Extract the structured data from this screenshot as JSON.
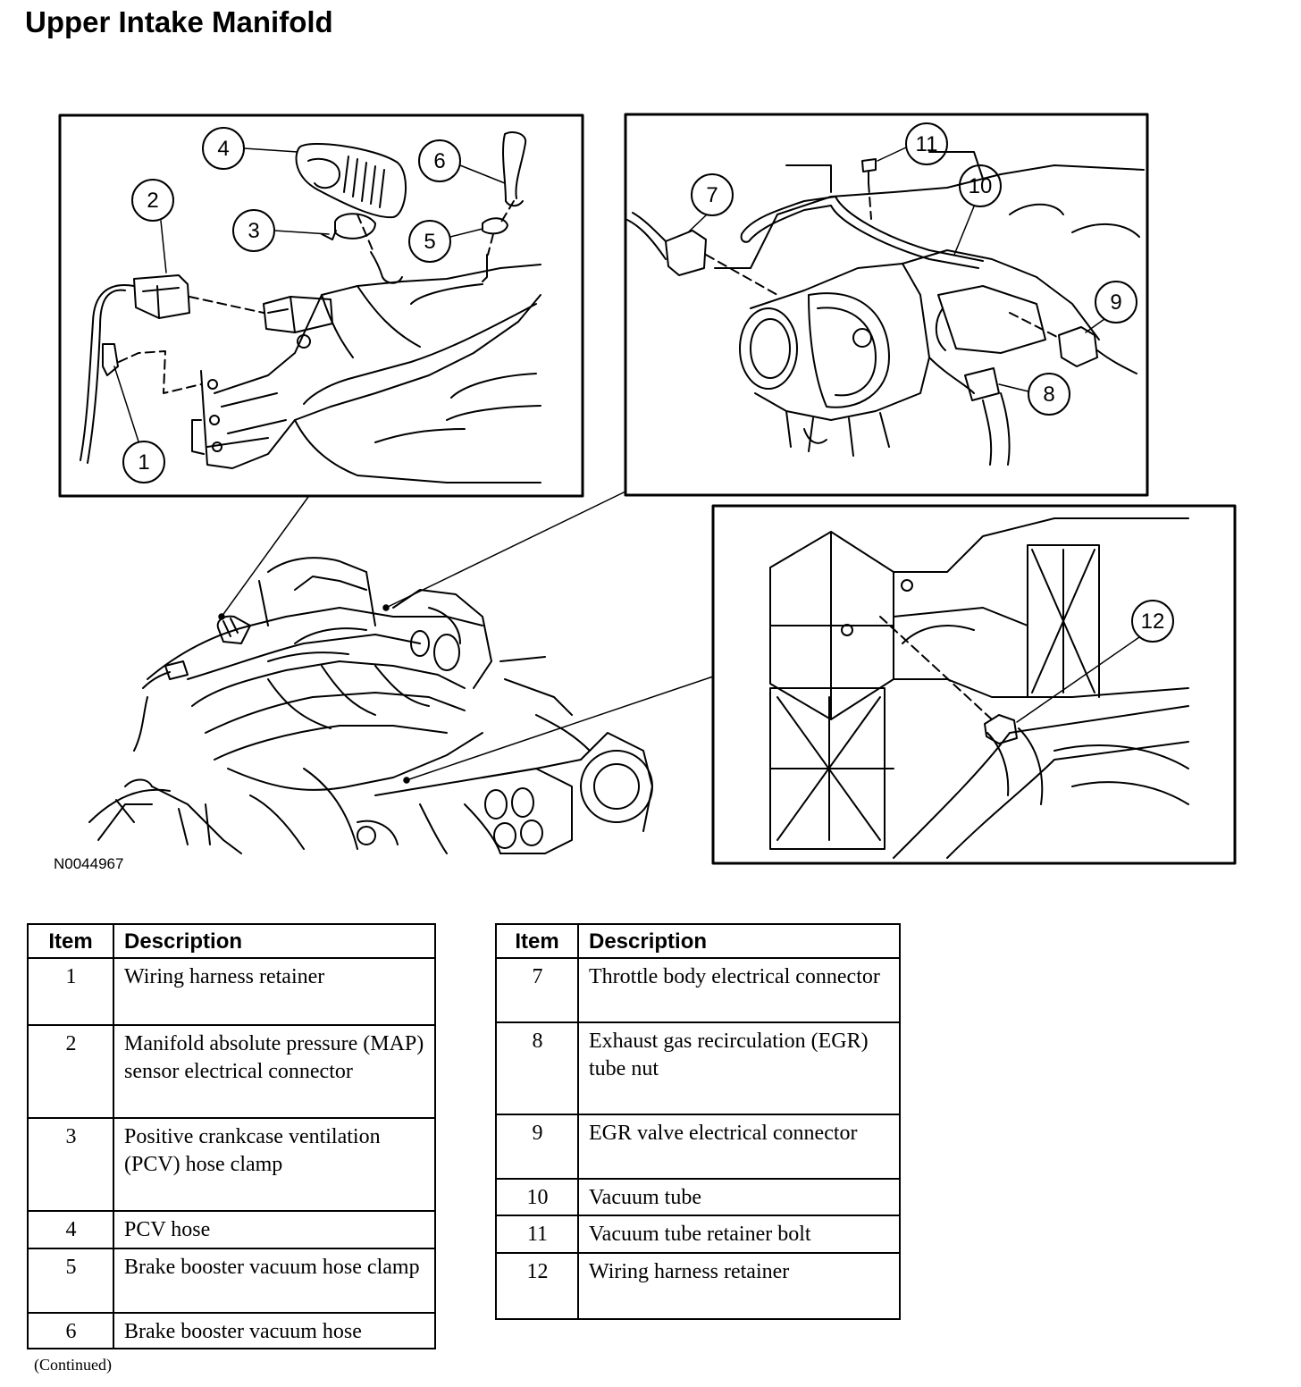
{
  "title": "Upper Intake Manifold",
  "figure_id": "N0044967",
  "callouts": [
    "1",
    "2",
    "3",
    "4",
    "5",
    "6",
    "7",
    "8",
    "9",
    "10",
    "11",
    "12"
  ],
  "table_left": {
    "headers": {
      "item": "Item",
      "description": "Description"
    },
    "rows": [
      {
        "item": "1",
        "description": "Wiring harness retainer"
      },
      {
        "item": "2",
        "description": "Manifold absolute pressure (MAP) sensor electrical connector"
      },
      {
        "item": "3",
        "description": "Positive crankcase ventilation (PCV) hose clamp"
      },
      {
        "item": "4",
        "description": "PCV hose"
      },
      {
        "item": "5",
        "description": "Brake booster vacuum hose clamp"
      },
      {
        "item": "6",
        "description": "Brake booster vacuum hose"
      }
    ]
  },
  "table_right": {
    "headers": {
      "item": "Item",
      "description": "Description"
    },
    "rows": [
      {
        "item": "7",
        "description": "Throttle body electrical connector"
      },
      {
        "item": "8",
        "description": "Exhaust gas recirculation (EGR) tube nut"
      },
      {
        "item": "9",
        "description": "EGR valve electrical connector"
      },
      {
        "item": "10",
        "description": "Vacuum tube"
      },
      {
        "item": "11",
        "description": "Vacuum tube retainer bolt"
      },
      {
        "item": "12",
        "description": "Wiring harness retainer"
      }
    ]
  },
  "footer": "(Continued)"
}
